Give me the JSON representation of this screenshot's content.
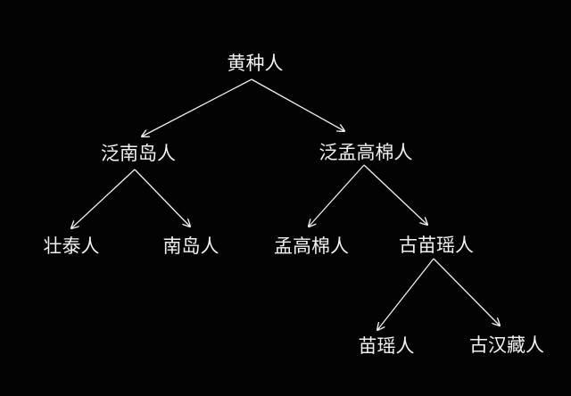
{
  "nodes": {
    "root": "黄种人",
    "pan_austronesian": "泛南岛人",
    "pan_mon_khmer": "泛孟高棉人",
    "zhuang_tai": "壮泰人",
    "austronesian": "南岛人",
    "mon_khmer": "孟高棉人",
    "ancient_miao_yao": "古苗瑶人",
    "miao_yao": "苗瑶人",
    "ancient_sino_tibetan": "古汉藏人"
  },
  "edges": [
    [
      "root",
      "pan_austronesian"
    ],
    [
      "root",
      "pan_mon_khmer"
    ],
    [
      "pan_austronesian",
      "zhuang_tai"
    ],
    [
      "pan_austronesian",
      "austronesian"
    ],
    [
      "pan_mon_khmer",
      "mon_khmer"
    ],
    [
      "pan_mon_khmer",
      "ancient_miao_yao"
    ],
    [
      "ancient_miao_yao",
      "miao_yao"
    ],
    [
      "ancient_miao_yao",
      "ancient_sino_tibetan"
    ]
  ],
  "colors": {
    "background": "#030303",
    "foreground": "#f2f2f2"
  }
}
